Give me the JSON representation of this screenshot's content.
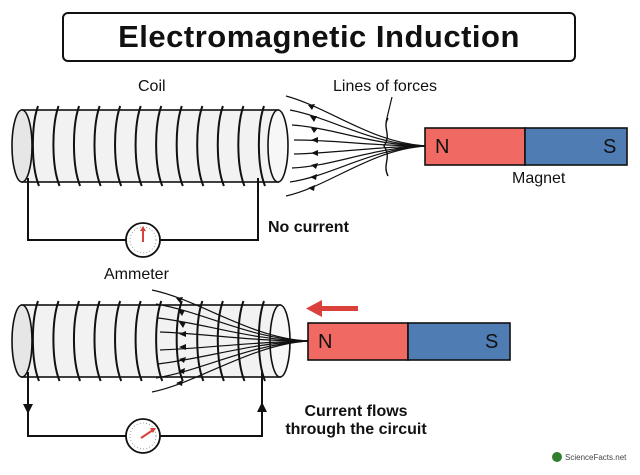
{
  "title": "Electromagnetic Induction",
  "labels": {
    "coil": "Coil",
    "lines_of_forces": "Lines of forces",
    "magnet": "Magnet",
    "ammeter": "Ammeter",
    "no_current": "No current",
    "current_flows_line1": "Current flows",
    "current_flows_line2": "through the circuit"
  },
  "magnet_poles": {
    "north": "N",
    "south": "S"
  },
  "logo": {
    "text": "ScienceFacts.net"
  },
  "colors": {
    "north_pole": "#f06a63",
    "south_pole": "#4f7db3",
    "motion_arrow": "#d9413a",
    "ammeter_needle": "#d9413a",
    "outline": "#111111"
  },
  "icons": [
    "ammeter-icon",
    "motion-arrow-icon",
    "logo-icon"
  ]
}
